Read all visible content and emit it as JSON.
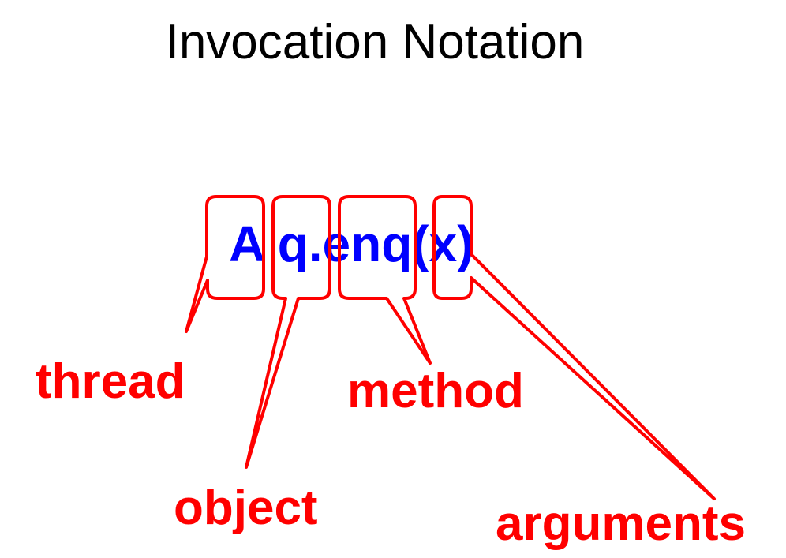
{
  "slide": {
    "title": "Invocation Notation",
    "expression": "A q.enq(x)",
    "colors": {
      "expression": "#0000ff",
      "callout": "#ff0000",
      "title": "#000000"
    },
    "callouts": [
      {
        "label": "thread",
        "target": "A"
      },
      {
        "label": "object",
        "target": "q."
      },
      {
        "label": "method",
        "target": "enq"
      },
      {
        "label": "arguments",
        "target": "(x)"
      }
    ]
  }
}
